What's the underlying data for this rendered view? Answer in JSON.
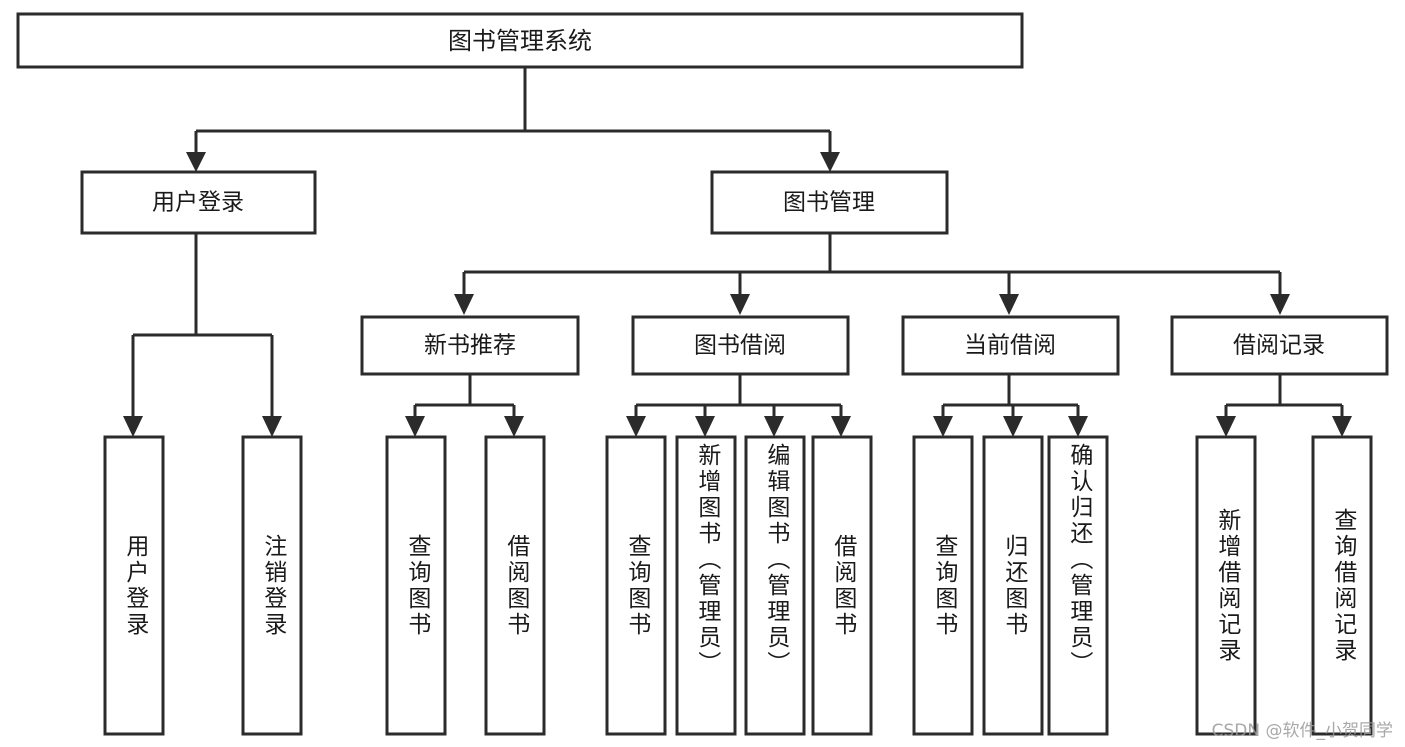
{
  "diagram": {
    "type": "hierarchy-tree",
    "title": "图书管理系统",
    "watermark": "CSDN @软件_小贺同学",
    "colors": {
      "stroke": "#2b2b2b",
      "fill": "#ffffff",
      "text": "#1a1a1a",
      "watermark": "#9a9a9a"
    },
    "levels": {
      "level0": [
        {
          "id": "root",
          "label": "图书管理系统",
          "orientation": "horizontal"
        }
      ],
      "level1": [
        {
          "id": "user-login",
          "label": "用户登录",
          "orientation": "horizontal"
        },
        {
          "id": "book-manage",
          "label": "图书管理",
          "orientation": "horizontal"
        }
      ],
      "level2": [
        {
          "id": "new-book-recommend",
          "label": "新书推荐",
          "orientation": "horizontal"
        },
        {
          "id": "book-borrow",
          "label": "图书借阅",
          "orientation": "horizontal"
        },
        {
          "id": "current-borrow",
          "label": "当前借阅",
          "orientation": "horizontal"
        },
        {
          "id": "borrow-record",
          "label": "借阅记录",
          "orientation": "horizontal"
        }
      ],
      "level3": [
        {
          "id": "leaf-user-login",
          "label": "用户登录",
          "orientation": "vertical",
          "parent": "user-login"
        },
        {
          "id": "leaf-user-logout",
          "label": "注销登录",
          "orientation": "vertical",
          "parent": "user-login"
        },
        {
          "id": "leaf-query-book-1",
          "label": "查询图书",
          "orientation": "vertical",
          "parent": "new-book-recommend"
        },
        {
          "id": "leaf-borrow-book-1",
          "label": "借阅图书",
          "orientation": "vertical",
          "parent": "new-book-recommend"
        },
        {
          "id": "leaf-query-book-2",
          "label": "查询图书",
          "orientation": "vertical",
          "parent": "book-borrow"
        },
        {
          "id": "leaf-add-book",
          "label": "新增图书（管理员）",
          "orientation": "vertical",
          "parent": "book-borrow"
        },
        {
          "id": "leaf-edit-book",
          "label": "编辑图书（管理员）",
          "orientation": "vertical",
          "parent": "book-borrow"
        },
        {
          "id": "leaf-borrow-book-2",
          "label": "借阅图书",
          "orientation": "vertical",
          "parent": "book-borrow"
        },
        {
          "id": "leaf-query-book-3",
          "label": "查询图书",
          "orientation": "vertical",
          "parent": "current-borrow"
        },
        {
          "id": "leaf-return-book",
          "label": "归还图书",
          "orientation": "vertical",
          "parent": "current-borrow"
        },
        {
          "id": "leaf-confirm-return",
          "label": "确认归还（管理员）",
          "orientation": "vertical",
          "parent": "current-borrow"
        },
        {
          "id": "leaf-add-record",
          "label": "新增借阅记录",
          "orientation": "vertical",
          "parent": "borrow-record"
        },
        {
          "id": "leaf-query-record",
          "label": "查询借阅记录",
          "orientation": "vertical",
          "parent": "borrow-record"
        }
      ]
    }
  }
}
